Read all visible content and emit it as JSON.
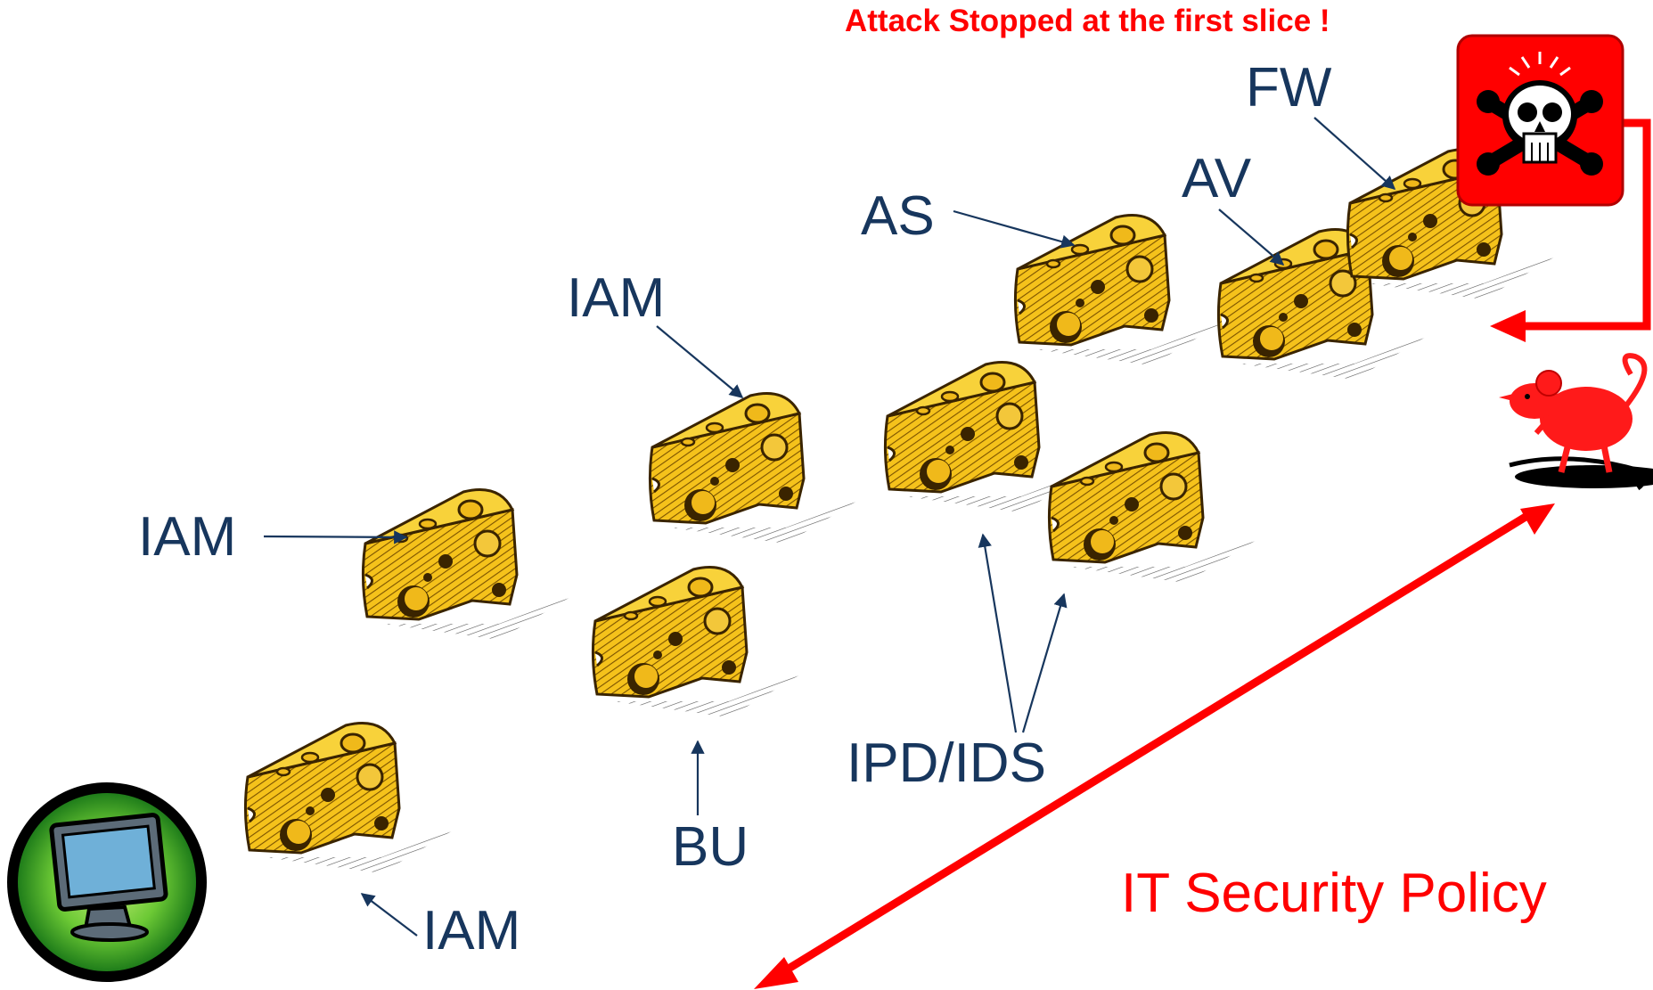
{
  "headline": "Attack Stopped at the first slice !",
  "policy_label": "IT Security Policy",
  "layers": [
    {
      "id": "fw",
      "label": "FW"
    },
    {
      "id": "av",
      "label": "AV"
    },
    {
      "id": "as",
      "label": "AS"
    },
    {
      "id": "iam_top",
      "label": "IAM"
    },
    {
      "id": "iam_left",
      "label": "IAM"
    },
    {
      "id": "bu",
      "label": "BU"
    },
    {
      "id": "ipd_ids",
      "label": "IPD/IDS"
    },
    {
      "id": "iam_bottom",
      "label": "IAM"
    }
  ],
  "icons": {
    "threat": "skull-crossbones-icon",
    "attacker": "rat-icon",
    "protected_asset": "computer-monitor-icon",
    "layer": "cheese-slice-icon"
  },
  "colors": {
    "label": "#17365d",
    "alert": "#ff0000",
    "cheese": "#f5c21b",
    "badge_green": "#3aa832"
  }
}
